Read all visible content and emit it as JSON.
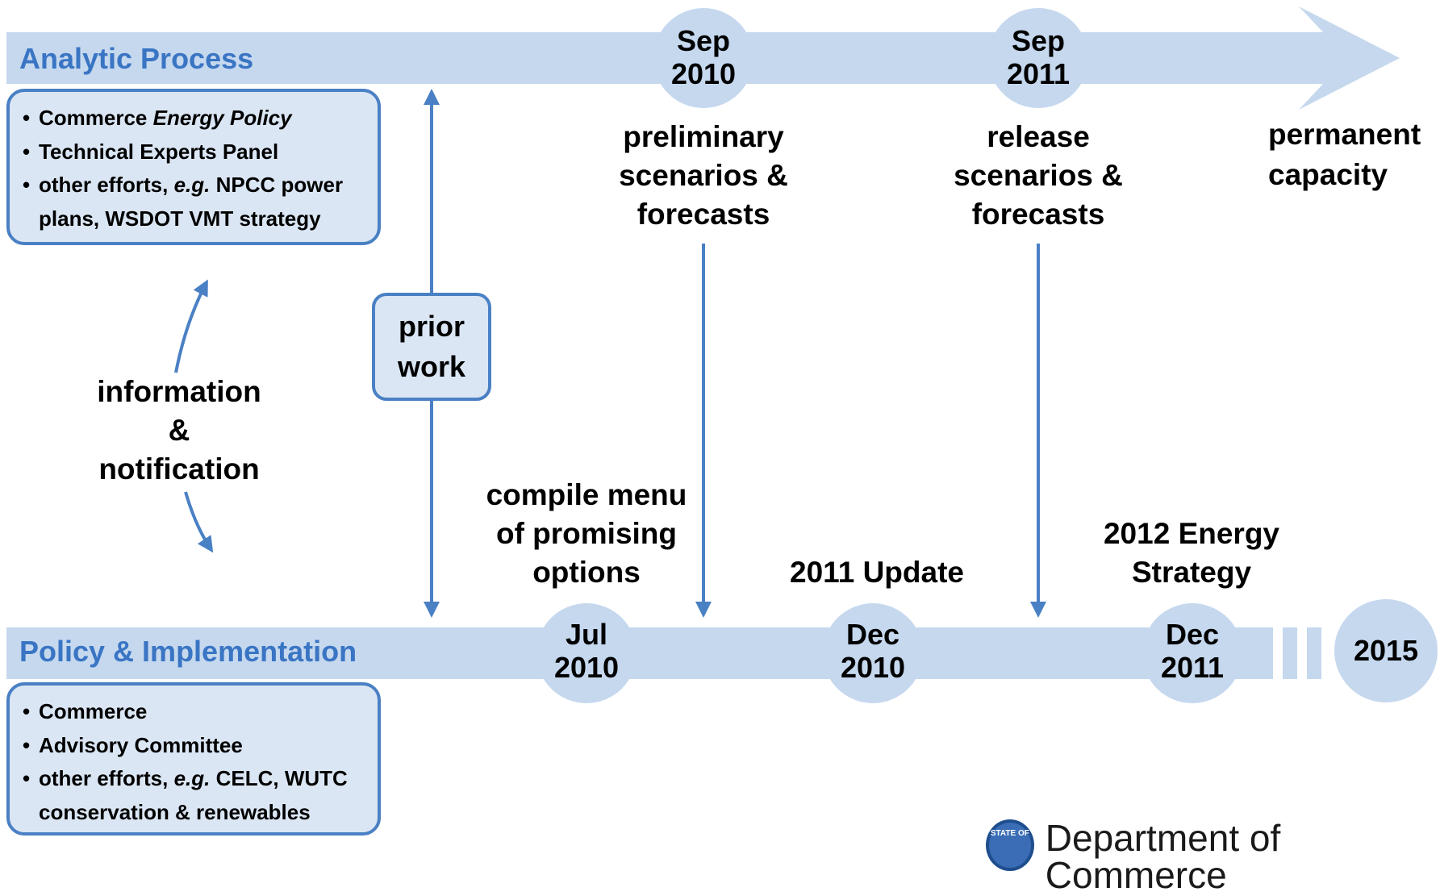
{
  "analytic": {
    "title": "Analytic Process",
    "items": [
      {
        "pre": "Commerce ",
        "ital": "Energy Policy",
        "post": "",
        "line2": ""
      },
      {
        "pre": "Technical Experts Panel",
        "ital": "",
        "post": "",
        "line2": ""
      },
      {
        "pre": "other efforts, ",
        "ital": "e.g.",
        "post": " NPCC power",
        "line2": "plans, WSDOT VMT strategy"
      }
    ],
    "milestones": [
      {
        "date_line1": "Sep",
        "date_line2": "2010",
        "caption": [
          "preliminary",
          "scenarios &",
          "forecasts"
        ]
      },
      {
        "date_line1": "Sep",
        "date_line2": "2011",
        "caption": [
          "release",
          "scenarios &",
          "forecasts"
        ]
      }
    ],
    "end_caption": [
      "permanent",
      "capacity"
    ]
  },
  "policy": {
    "title": "Policy & Implementation",
    "items": [
      {
        "pre": "Commerce",
        "ital": "",
        "post": "",
        "line2": ""
      },
      {
        "pre": "Advisory Committee",
        "ital": "",
        "post": "",
        "line2": ""
      },
      {
        "pre": "other efforts, ",
        "ital": "e.g.",
        "post": " CELC, WUTC",
        "line2": "conservation & renewables"
      }
    ],
    "milestones": [
      {
        "date_line1": "Jul",
        "date_line2": "2010",
        "caption": [
          "compile menu",
          "of promising",
          "options"
        ]
      },
      {
        "date_line1": "Dec",
        "date_line2": "2010",
        "caption": [
          "2011 Update"
        ]
      },
      {
        "date_line1": "Dec",
        "date_line2": "2011",
        "caption": [
          "2012 Energy",
          "Strategy"
        ]
      }
    ],
    "final_year": "2015"
  },
  "middle": {
    "info_lines": [
      "information",
      "&",
      "notification"
    ],
    "prior_work_lines": [
      "prior",
      "work"
    ]
  },
  "logo_text": "Department of Commerce",
  "colors": {
    "band": "#c5d8ee",
    "circle": "#c5d8ee",
    "arrow": "#4a80c4",
    "box_fill": "#dbe6f4",
    "box_border": "#4a80c4",
    "title_text": "#3a75c4"
  }
}
